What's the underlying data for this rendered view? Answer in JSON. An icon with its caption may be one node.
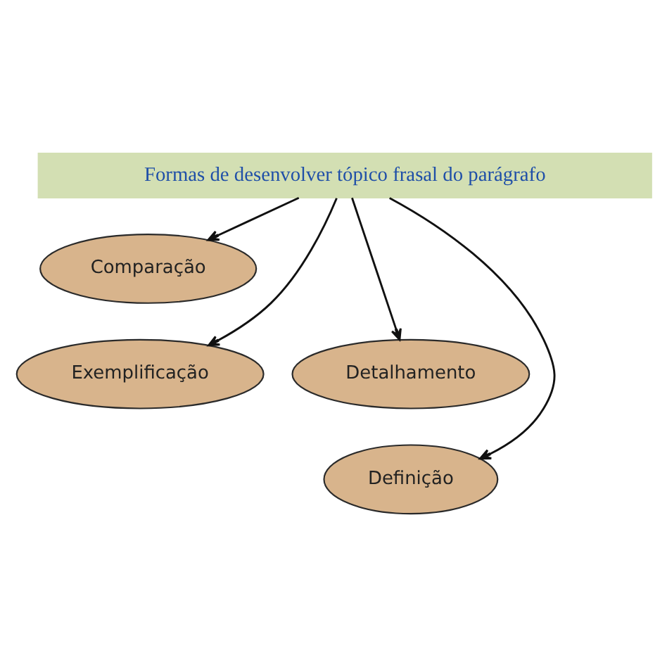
{
  "diagram": {
    "nodes": [
      {
        "text": [
          "Formas de desenvolver tópico frasal do parágrafo"
        ]
      },
      {
        "text": [
          "Comparação"
        ]
      },
      {
        "text": [
          "Detalhamento"
        ]
      },
      {
        "text": [
          "Exemplificação"
        ]
      },
      {
        "text": [
          "Definição"
        ]
      }
    ],
    "edges": [
      {
        "from": 0,
        "to": 1,
        "arrow": "to"
      },
      {
        "from": 0,
        "to": 3,
        "arrow": "to"
      },
      {
        "from": 0,
        "to": 4,
        "arrow": "to"
      },
      {
        "from": 0,
        "to": 2,
        "arrow": "to"
      }
    ]
  }
}
